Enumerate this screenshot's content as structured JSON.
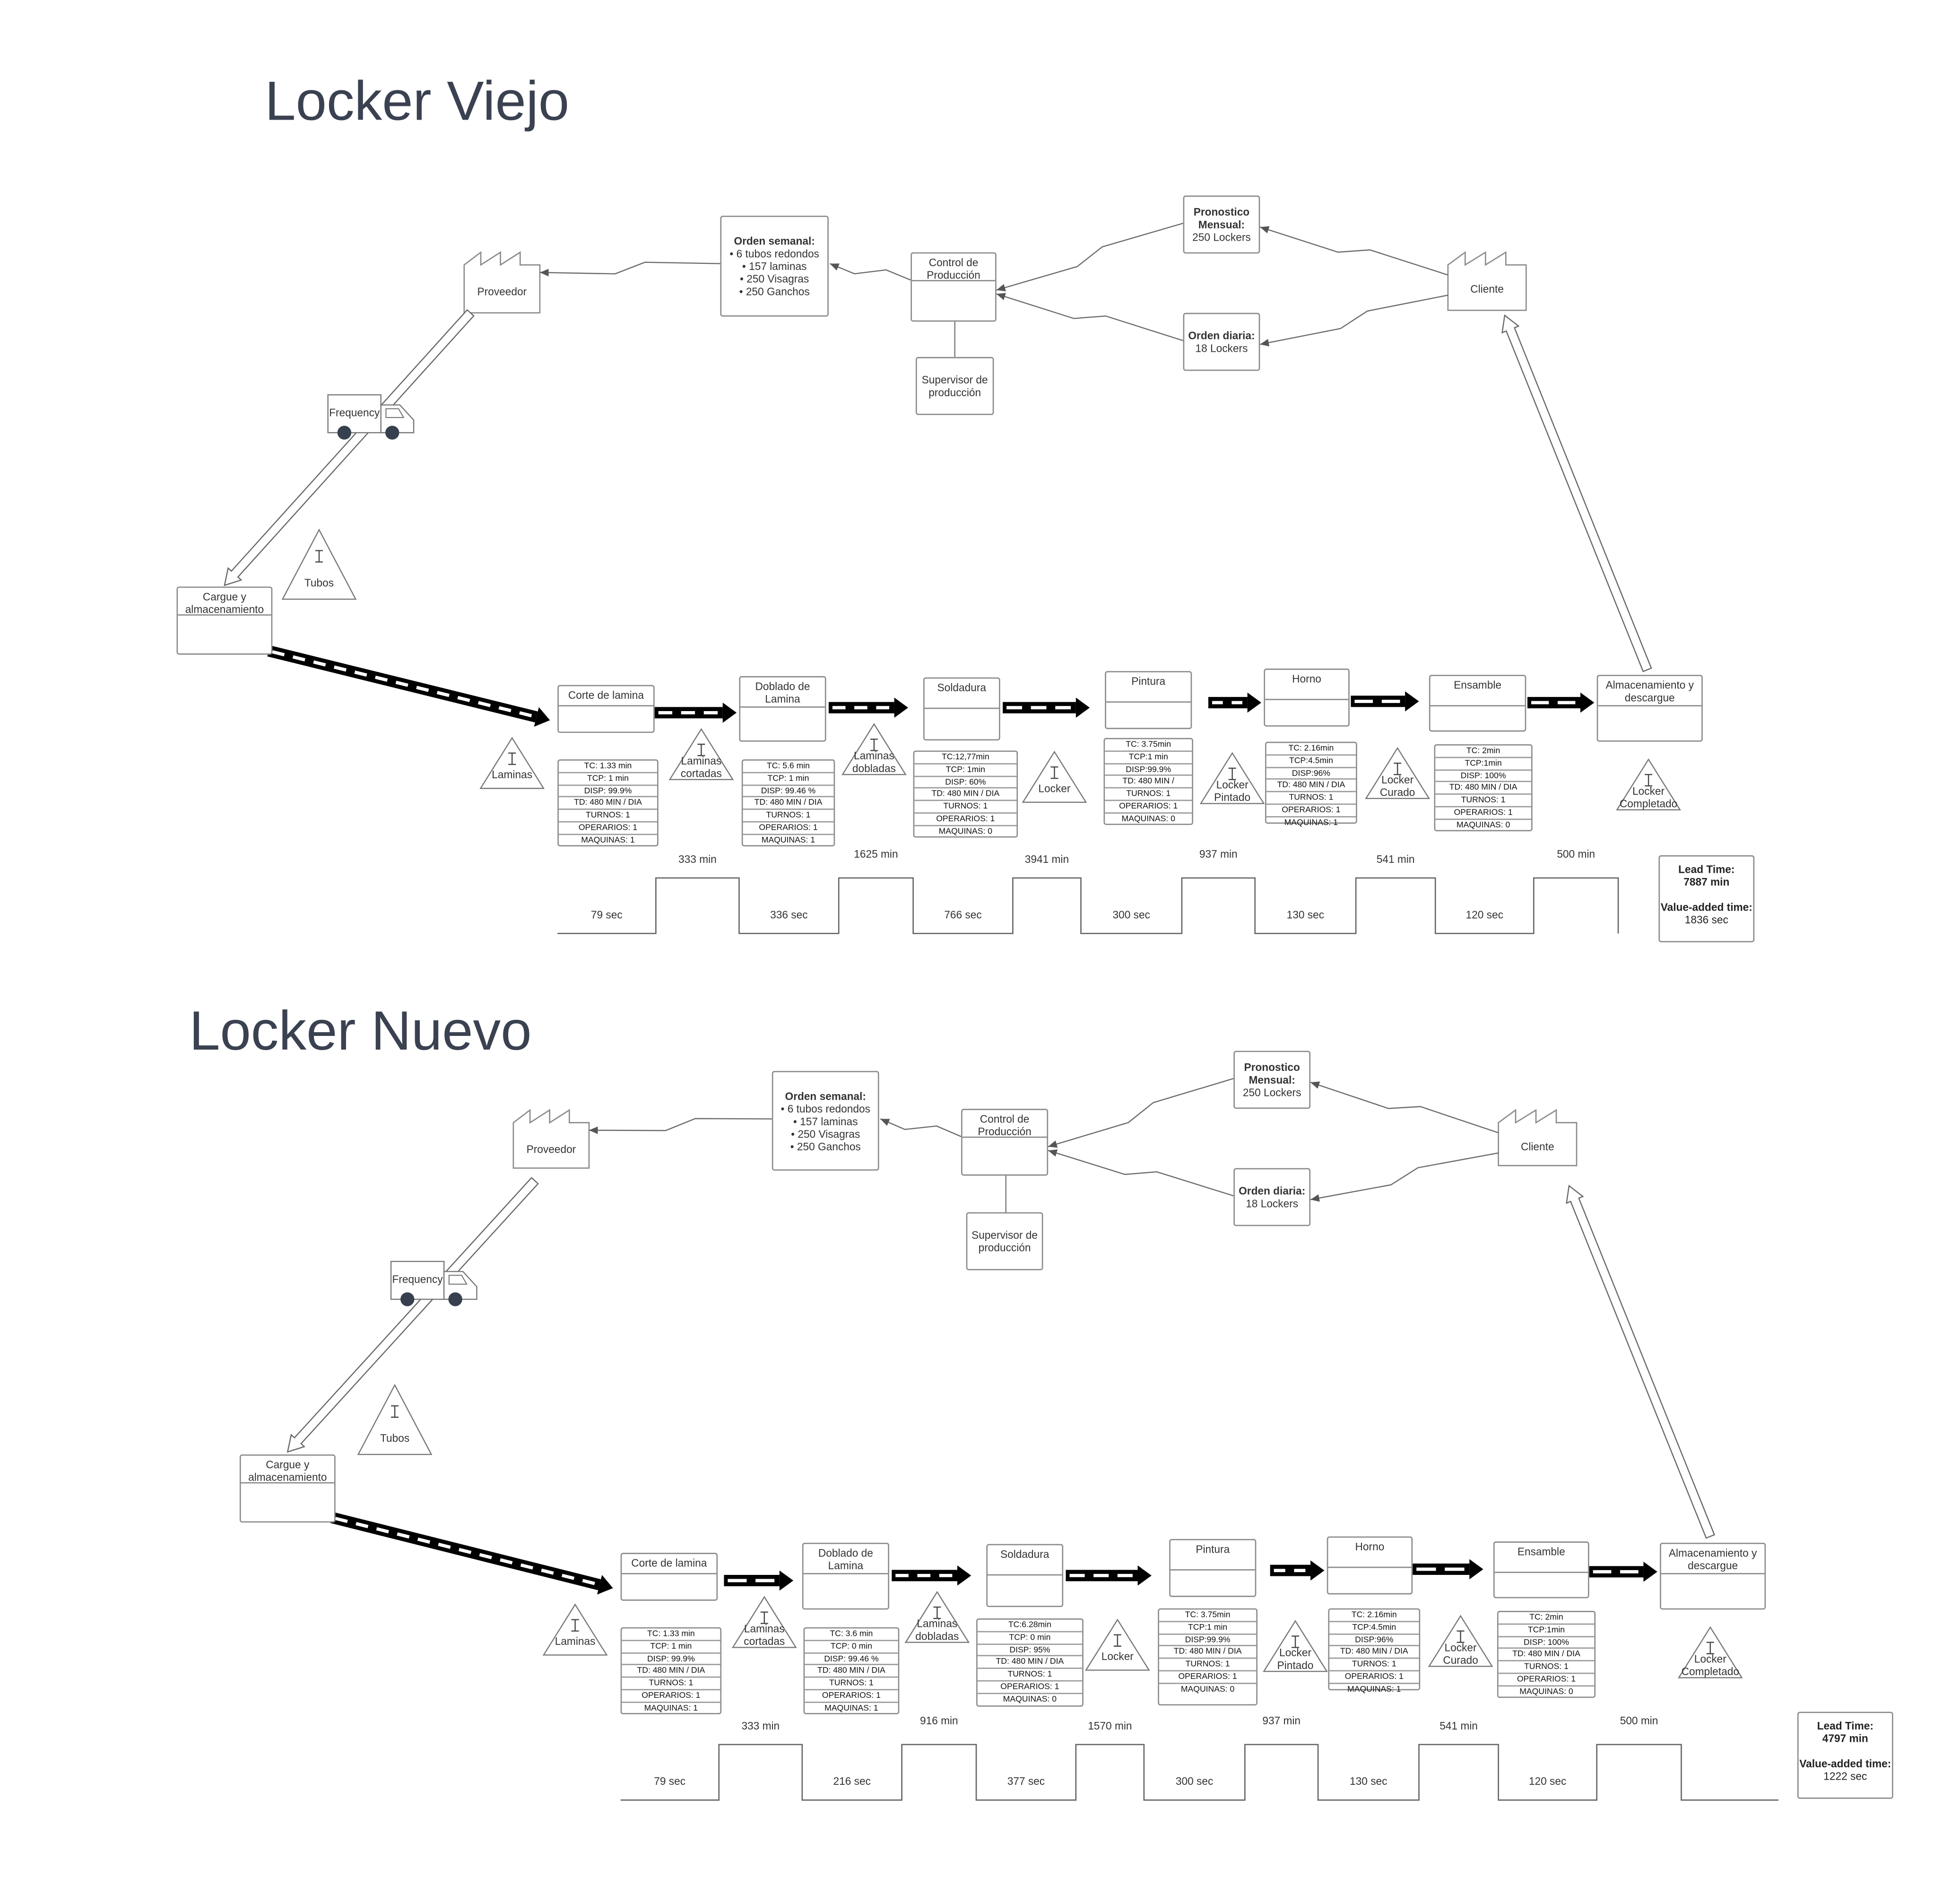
{
  "maps": [
    {
      "title": "Locker Viejo",
      "supplier": "Proveedor",
      "customer": "Cliente",
      "control": "Control de Producción",
      "supervisor": "Supervisor de producción",
      "truck": "Frequency",
      "weekly_order": {
        "title": "Orden semanal:",
        "items": [
          "• 6 tubos redondos",
          "• 157 laminas",
          "• 250 Visagras",
          "• 250 Ganchos"
        ]
      },
      "forecast": {
        "title": "Pronostico Mensual:",
        "value": "250 Lockers"
      },
      "daily_order": {
        "title": "Orden diaria:",
        "value": "18 Lockers"
      },
      "storage": "Cargue y almacenamiento",
      "tubes_inventory": "Tubos",
      "processes": [
        "Corte de lamina",
        "Doblado de Lamina",
        "Soldadura",
        "Pintura",
        "Horno",
        "Ensamble",
        "Almacenamiento y descargue"
      ],
      "inventories": [
        "Laminas",
        "Laminas cortadas",
        "Laminas dobladas",
        "Locker",
        "Locker Pintado",
        "Locker Curado",
        "Locker Completado"
      ],
      "data_boxes": [
        [
          "TC: 1.33 min",
          "TCP: 1 min",
          "DISP: 99.9%",
          "TD:  480 MIN / DIA",
          "TURNOS: 1",
          "OPERARIOS: 1",
          "MAQUINAS: 1"
        ],
        [
          "TC: 5.6 min",
          "TCP: 1 min",
          "DISP: 99.46 %",
          "TD:  480 MIN / DIA",
          "TURNOS:  1",
          "OPERARIOS: 1",
          "MAQUINAS: 1"
        ],
        [
          "TC:12,77min",
          "TCP: 1min",
          "DISP: 60%",
          "TD:  480 MIN / DIA",
          "TURNOS: 1",
          "OPERARIOS: 1",
          "MAQUINAS: 0"
        ],
        [
          "TC: 3.75min",
          "TCP:1 min",
          "DISP:99.9%",
          "TD:  480 MIN /",
          "TURNOS:  1",
          "OPERARIOS: 1",
          "MAQUINAS: 0"
        ],
        [
          "TC: 2.16min",
          "TCP:4.5min",
          "DISP:96%",
          "TD:  480 MIN / DIA",
          "TURNOS:  1",
          "OPERARIOS: 1",
          "MAQUINAS: 1"
        ],
        [
          "TC: 2min",
          "TCP:1min",
          "DISP: 100%",
          "TD:  480 MIN / DIA",
          "TURNOS: 1",
          "OPERARIOS: 1",
          "MAQUINAS: 0"
        ]
      ],
      "timeline_wait": [
        "333 min",
        "1625 min",
        "3941 min",
        "937 min",
        "541 min",
        "500 min"
      ],
      "timeline_process": [
        "79 sec",
        "336 sec",
        "766 sec",
        "300 sec",
        "130 sec",
        "120 sec"
      ],
      "lead_time": {
        "label": "Lead Time:",
        "value": "7887 min",
        "va_label": "Value-added time:",
        "va_value": "1836 sec"
      }
    },
    {
      "title": "Locker Nuevo",
      "supplier": "Proveedor",
      "customer": "Cliente",
      "control": "Control de Producción",
      "supervisor": "Supervisor de producción",
      "truck": "Frequency",
      "weekly_order": {
        "title": "Orden semanal:",
        "items": [
          "• 6 tubos redondos",
          "• 157 laminas",
          "• 250 Visagras",
          "• 250 Ganchos"
        ]
      },
      "forecast": {
        "title": "Pronostico Mensual:",
        "value": "250 Lockers"
      },
      "daily_order": {
        "title": "Orden diaria:",
        "value": "18 Lockers"
      },
      "storage": "Cargue y almacenamiento",
      "tubes_inventory": "Tubos",
      "processes": [
        "Corte de lamina",
        "Doblado de Lamina",
        "Soldadura",
        "Pintura",
        "Horno",
        "Ensamble",
        "Almacenamiento y descargue"
      ],
      "inventories": [
        "Laminas",
        "Laminas cortadas",
        "Laminas dobladas",
        "Locker",
        "Locker Pintado",
        "Locker Curado",
        "Locker Completado"
      ],
      "data_boxes": [
        [
          "TC: 1.33 min",
          "TCP: 1 min",
          "DISP: 99.9%",
          "TD:  480 MIN / DIA",
          "TURNOS: 1",
          "OPERARIOS: 1",
          "MAQUINAS: 1"
        ],
        [
          "TC: 3.6 min",
          "TCP: 0 min",
          "DISP: 99.46 %",
          "TD:  480 MIN / DIA",
          "TURNOS:  1",
          "OPERARIOS: 1",
          "MAQUINAS: 1"
        ],
        [
          "TC:6.28min",
          "TCP: 0 min",
          "DISP: 95%",
          "TD:  480 MIN / DIA",
          "TURNOS: 1",
          "OPERARIOS: 1",
          "MAQUINAS: 0"
        ],
        [
          "TC: 3.75min",
          "TCP:1 min",
          "DISP:99.9%",
          "TD:  480 MIN / DIA",
          "TURNOS:  1",
          "OPERARIOS: 1",
          "MAQUINAS: 0"
        ],
        [
          "TC: 2.16min",
          "TCP:4.5min",
          "DISP:96%",
          "TD:  480 MIN / DIA",
          "TURNOS:  1",
          "OPERARIOS: 1",
          "MAQUINAS: 1"
        ],
        [
          "TC: 2min",
          "TCP:1min",
          "DISP: 100%",
          "TD:  480 MIN / DIA",
          "TURNOS: 1",
          "OPERARIOS: 1",
          "MAQUINAS: 0"
        ]
      ],
      "timeline_wait": [
        "333 min",
        "916 min",
        "1570 min",
        "937 min",
        "541 min",
        "500 min"
      ],
      "timeline_process": [
        "79 sec",
        "216 sec",
        "377 sec",
        "300 sec",
        "130 sec",
        "120 sec"
      ],
      "lead_time": {
        "label": "Lead Time:",
        "value": "4797 min",
        "va_label": "Value-added time:",
        "va_value": "1222 sec"
      }
    }
  ]
}
